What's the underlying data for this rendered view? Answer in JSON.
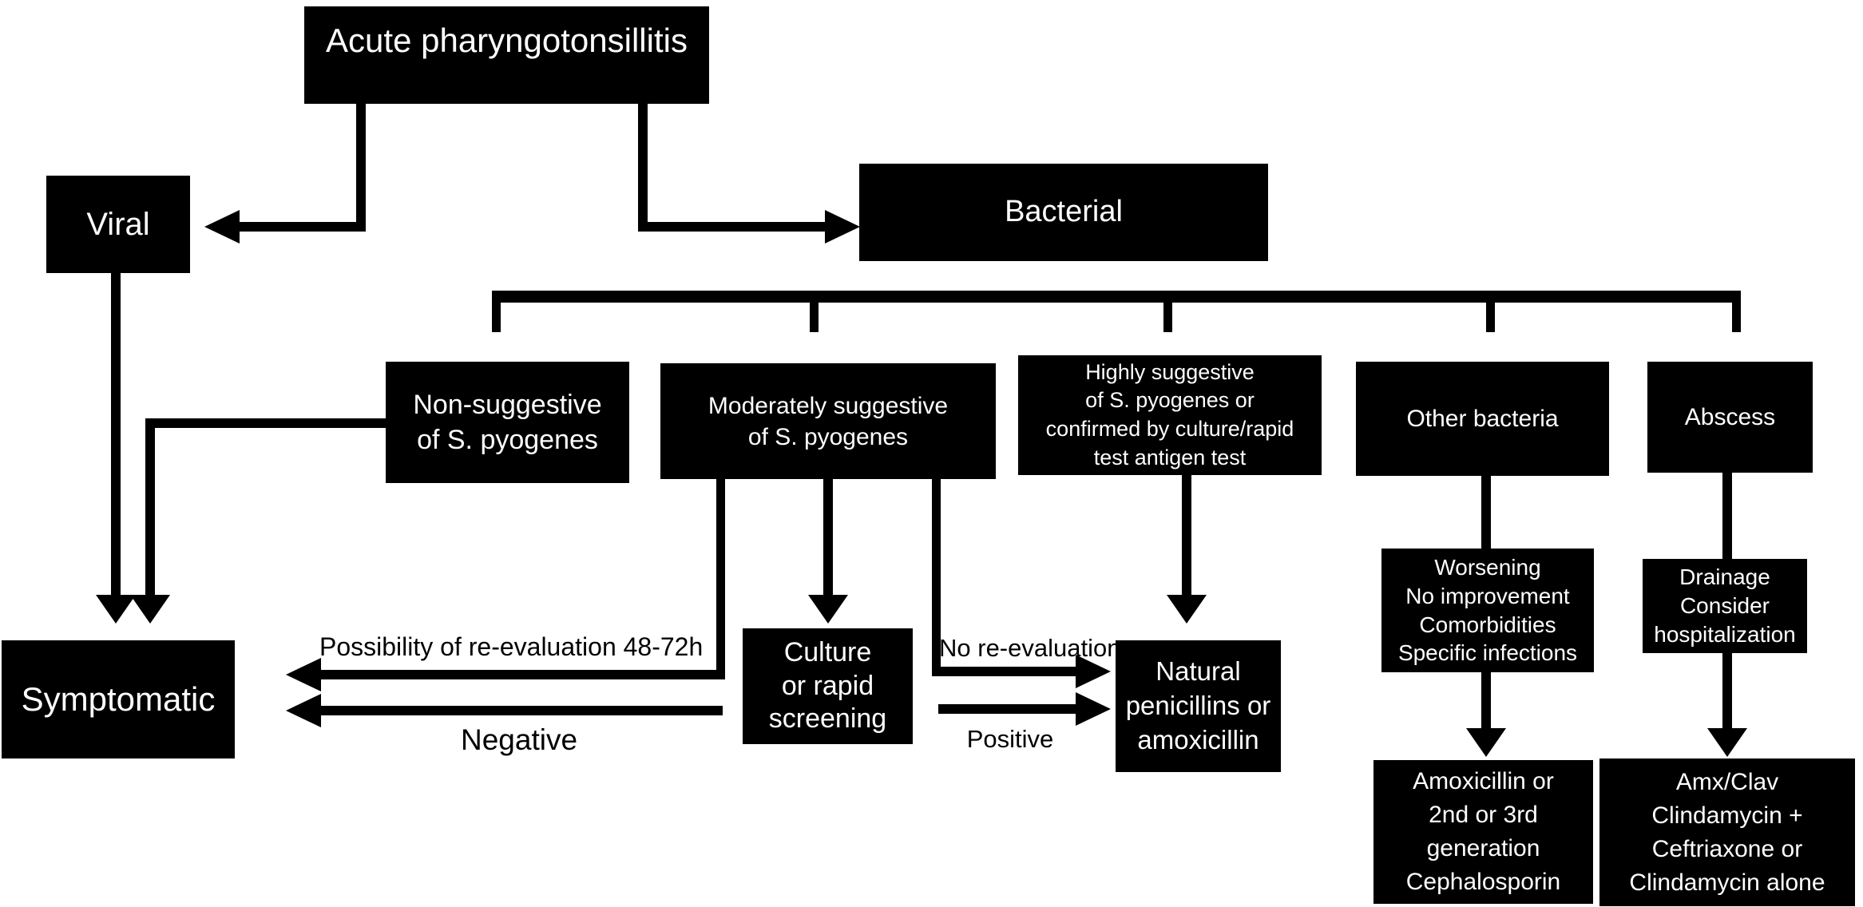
{
  "diagram_title": "Acute pharyngotonsillitis",
  "nodes": {
    "acute_pharyngotonsillitis": "Acute pharyngotonsillitis",
    "viral": "Viral",
    "bacterial": "Bacterial",
    "non_suggestive": "Non-suggestive\nof S. pyogenes",
    "moderately_suggestive": "Moderately suggestive\nof S. pyogenes",
    "highly_suggestive": "Highly suggestive\nof S. pyogenes or\nconfirmed by culture/rapid\ntest antigen test",
    "other_bacteria": "Other bacteria",
    "abscess": "Abscess",
    "symptomatic": "Symptomatic",
    "culture_rapid_screening": "Culture\nor rapid\nscreening",
    "natural_penicillins": "Natural\npenicillins or\namoxicillin",
    "worsening": "Worsening\nNo improvement\nComorbidities\nSpecific infections",
    "drainage": "Drainage\nConsider\nhospitalization",
    "amoxicillin_cephalosporin": "Amoxicillin or\n2nd or 3rd\ngeneration\nCephalosporin",
    "amx_clav": "Amx/Clav\nClindamycin +\nCeftriaxone or\nClindamycin alone"
  },
  "edge_labels": {
    "possibility_reevaluation": "Possibility of re-evaluation 48-72h",
    "negative": "Negative",
    "no_reevaluation": "No re-evaluation",
    "positive": "Positive"
  },
  "colors": {
    "node_background": "#000000",
    "node_text": "#ffffff",
    "connector": "#000000",
    "canvas_background": "#ffffff"
  }
}
